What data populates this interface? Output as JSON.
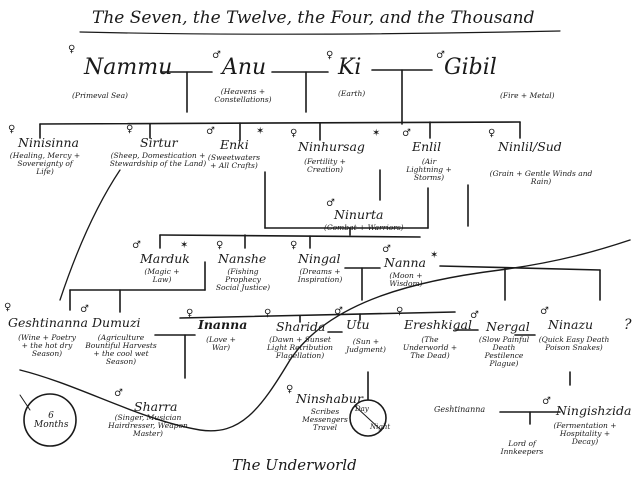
{
  "title": "The Seven, the Twelve, the Four, and the Thousand",
  "primordial": [
    {
      "name": "Nammu",
      "desc": "(Primeval Sea)"
    },
    {
      "name": "Anu",
      "desc": "(Heavens + Constellations)"
    },
    {
      "name": "Ki",
      "desc": "(Earth)"
    },
    {
      "name": "Gibil",
      "desc": "(Fire + Metal)"
    }
  ],
  "gods": {
    "ninisinna": {
      "name": "Ninisinna",
      "desc": "(Healing, Mercy + Sovereignty of Life)"
    },
    "sirtur": {
      "name": "Sirtur",
      "desc": "(Sheep, Domestication + Stewardship of the Land)"
    },
    "enki": {
      "name": "Enki",
      "desc": "(Sweetwaters + All Crafts)"
    },
    "ninhursag": {
      "name": "Ninhursag",
      "desc": "(Fertility + Creation)"
    },
    "enlil": {
      "name": "Enlil",
      "desc": "(Air Lightning + Storms)"
    },
    "ninlil": {
      "name": "Ninlil/Sud",
      "desc": "(Grain + Gentle Winds and Rain)"
    },
    "ninurta": {
      "name": "Ninurta",
      "desc": "(Combat + Warriors)"
    },
    "marduk": {
      "name": "Marduk",
      "desc": "(Magic + Law)"
    },
    "nanshe": {
      "name": "Nanshe",
      "desc": "(Fishing Prophecy Social Justice)"
    },
    "ningal": {
      "name": "Ningal",
      "desc": "(Dreams + Inspiration)"
    },
    "nanna": {
      "name": "Nanna",
      "desc": "(Moon + Wisdom)"
    },
    "geshtinanna": {
      "name": "Geshtinanna",
      "desc": "(Wine + Poetry + the hot dry Season)"
    },
    "dumuzi": {
      "name": "Dumuzi",
      "desc": "(Agriculture Bountiful Harvests + the cool wet Season)"
    },
    "inanna": {
      "name": "Inanna",
      "desc": "(Love + War)"
    },
    "sharida": {
      "name": "Sharida",
      "desc": "(Dawn + Sunset Light Retribution Flagellation)"
    },
    "utu": {
      "name": "Utu",
      "desc": "(Sun + Judgment)"
    },
    "ereshkigal": {
      "name": "Ereshkigal",
      "desc": "(The Underworld + The Dead)"
    },
    "nergal": {
      "name": "Nergal",
      "desc": "(Slow Painful Death Pestilence Plague)"
    },
    "ninazu": {
      "name": "Ninazu",
      "desc": "(Quick Easy Death Poison Snakes)"
    },
    "sharra": {
      "name": "Sharra",
      "desc": "(Singer, Musician Hairdresser, Weapon Master)"
    },
    "ninshabur": {
      "name": "Ninshabur",
      "desc": "Scribes Messengers Travel"
    },
    "ningishzida": {
      "name": "Ningishzida",
      "desc": "(Fermentation + Hospitality + Decay)"
    }
  },
  "notes": {
    "months": "6 Months",
    "day": "Day",
    "night": "Night",
    "geshtinanna_small": "Geshtinanna",
    "innkeepers": "Lord of Innkeepers",
    "question": "?",
    "underworld": "The Underworld"
  },
  "symbols": {
    "female": "♀",
    "male": "♂",
    "star": "✶"
  }
}
